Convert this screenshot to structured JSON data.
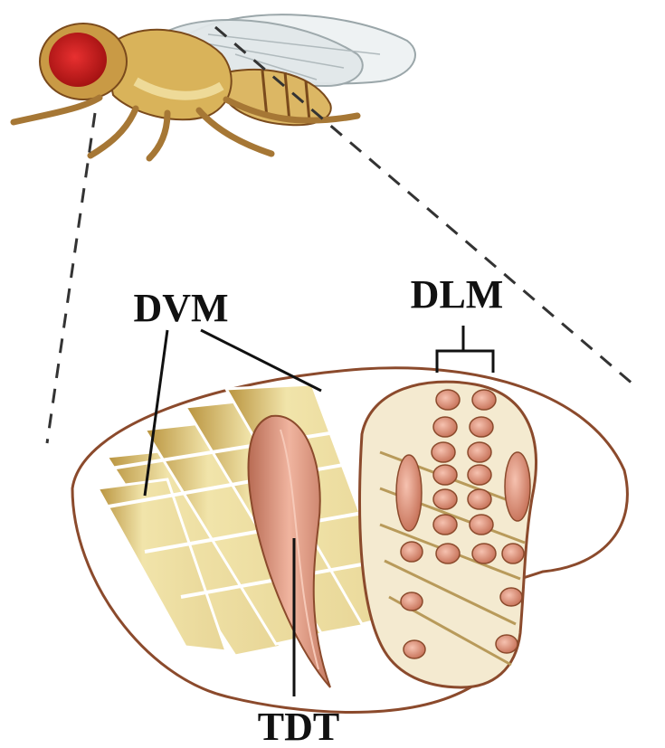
{
  "labels": {
    "dvm": "DVM",
    "dlm": "DLM",
    "tdt": "TDT"
  },
  "colors": {
    "outline": "#8b4a2c",
    "muscle_fill": "#efe2a6",
    "muscle_shadow": "#b8923c",
    "dlm_disc": "#e39b83",
    "tdt_fill": "#d58a73",
    "fly_body": "#d8b45c",
    "fly_eye": "#d62020",
    "fly_wing": "#e6ecef",
    "dash": "#333333"
  }
}
